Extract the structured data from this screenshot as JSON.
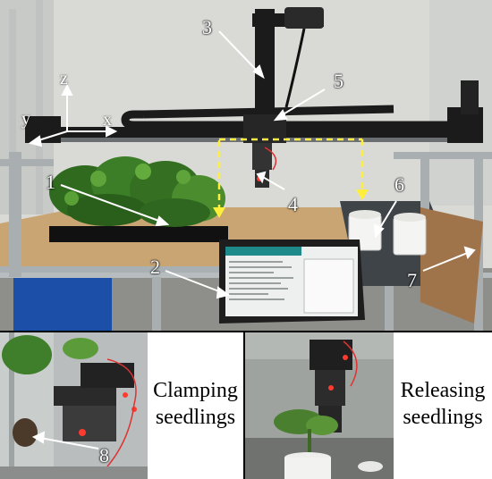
{
  "axes": {
    "z": "z",
    "y": "y",
    "x": "x"
  },
  "callouts": [
    "1",
    "2",
    "3",
    "4",
    "5",
    "6",
    "7",
    "8"
  ],
  "captions": {
    "clamping": [
      "Clamping",
      "seedlings"
    ],
    "releasing": [
      "Releasing",
      "seedlings"
    ]
  },
  "colors": {
    "arrow": "#ffffff",
    "path": "#ffef3a",
    "frame": "#1b1b1b",
    "led": "#ff3b2f"
  }
}
